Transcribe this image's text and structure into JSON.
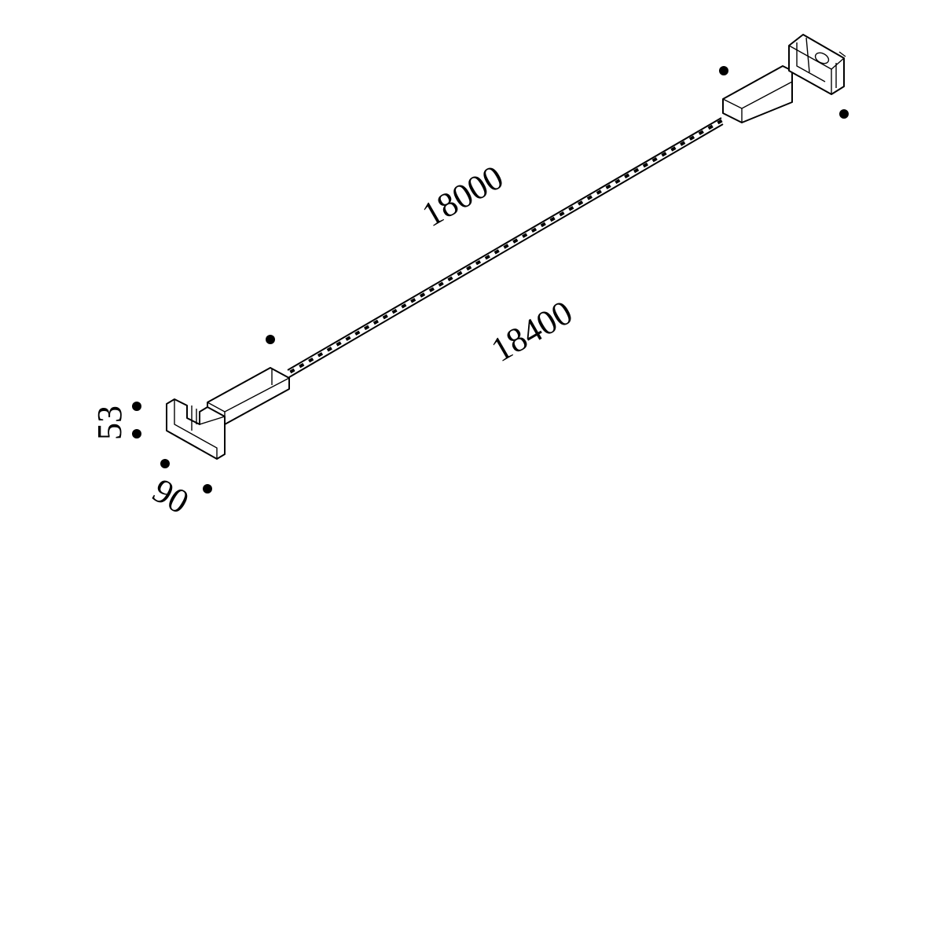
{
  "dimensions": {
    "inner_length": "18000",
    "total_length": "18400",
    "height": "53",
    "width": "90"
  },
  "colors": {
    "line": "#000000",
    "background": "#ffffff"
  }
}
